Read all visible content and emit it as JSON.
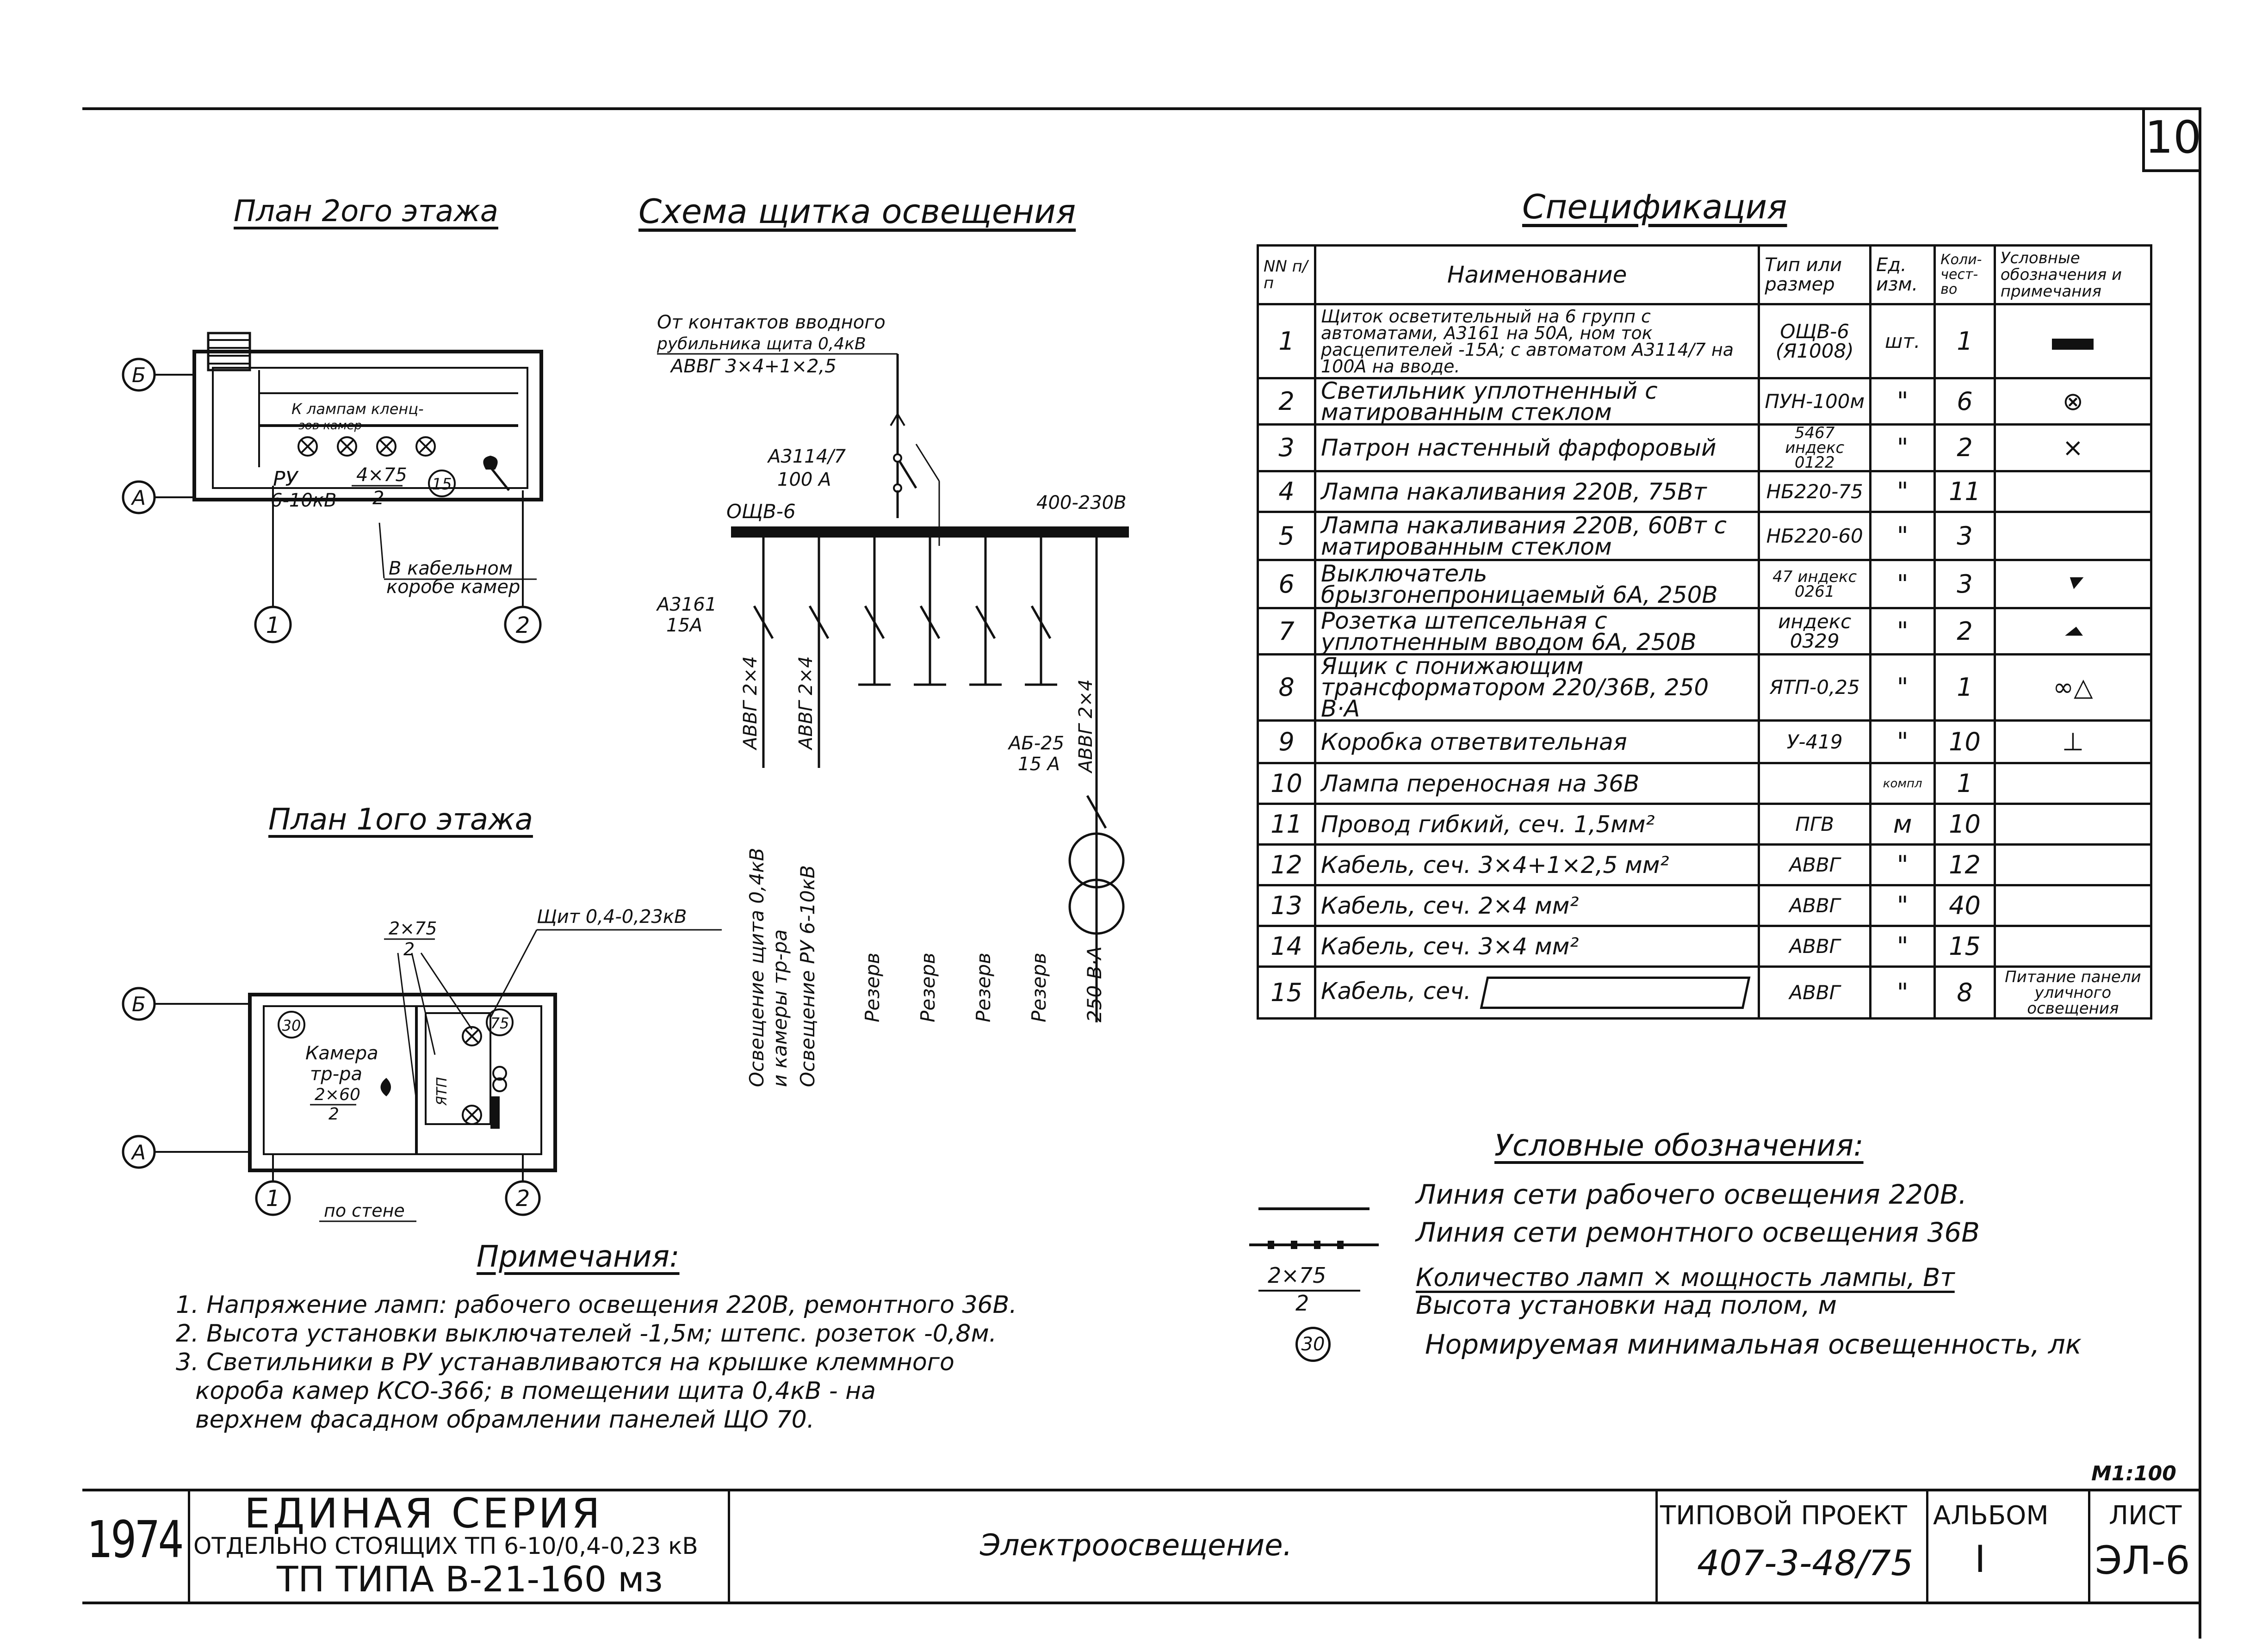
{
  "sheet_number": "10",
  "headings": {
    "floor2": "План 2ого этажа",
    "scheme": "Схема щитка освещения",
    "spec": "Спецификация",
    "floor1": "План 1ого этажа",
    "notes": "Примечания:",
    "legend": "Условные обозначения:"
  },
  "plan2": {
    "axis_b": "Б",
    "axis_a": "А",
    "axis_1": "1",
    "axis_2": "2",
    "lamp_note_1": "К лампам кленц-",
    "lamp_note_2": "зов камер",
    "ru": "РУ",
    "ru_v": "6-10кВ",
    "frac_top": "4×75",
    "frac_bot": "2",
    "lux": "15",
    "cable_1": "В кабельном",
    "cable_2": "коробе камер"
  },
  "scheme": {
    "feed_1": "От контактов вводного",
    "feed_2": "рубильника щита 0,4кВ",
    "feed_cable": "АВВГ 3×4+1×2,5",
    "main_switch": "А3114/7",
    "main_rating": "100 А",
    "panel": "ОЩВ-6",
    "voltage": "400-230В",
    "breaker": "А3161",
    "breaker_rating": "15А",
    "cable_1": "АВВГ 2×4",
    "cable_2": "АВВГ 2×4",
    "cable_3": "АВВГ 2×4",
    "fuse_box": "АБ-25",
    "fuse_rating": "15 А",
    "circuits": [
      "Освещение щита 0,4кВ",
      "и камеры тр-ра",
      "Освещение РУ 6-10кВ",
      "Резерв",
      "Резерв",
      "Резерв",
      "Резерв",
      "250 В·А"
    ]
  },
  "plan1": {
    "axis_b": "Б",
    "axis_a": "А",
    "axis_1": "1",
    "axis_2": "2",
    "shield": "Щит 0,4-0,23кВ",
    "frac_top": "2×75",
    "frac_bot": "2",
    "lux_a": "30",
    "lux_b": "75",
    "chamber_1": "Камера",
    "chamber_2": "тр-ра",
    "frac2_top": "2×60",
    "frac2_bot": "2",
    "ytp": "ЯТП",
    "wall": "по стене"
  },
  "spec_headers": {
    "num": "NN п/п",
    "name": "Наименование",
    "type": "Тип или размер",
    "unit": "Ед. изм.",
    "qty": "Коли-чест-во",
    "note": "Условные обозначения и примечания"
  },
  "spec_rows": [
    {
      "n": "1",
      "name": "Щиток осветительный на 6 групп с автоматами, А3161 на 50А, ном ток расцепителей -15А; с автоматом А3114/7 на 100А на вводе.",
      "type": "ОЩВ-6 (Я1008)",
      "unit": "шт.",
      "qty": "1",
      "note": "",
      "sym": "bar-symbol"
    },
    {
      "n": "2",
      "name": "Светильник уплотненный с матированным стеклом",
      "type": "ПУН-100м",
      "unit": "\"",
      "qty": "6",
      "note": "",
      "sym": "lamp-symbol"
    },
    {
      "n": "3",
      "name": "Патрон настенный фарфоровый",
      "type": "5467 индекс 0122",
      "unit": "\"",
      "qty": "2",
      "note": "",
      "sym": "socket-symbol"
    },
    {
      "n": "4",
      "name": "Лампа накаливания 220В, 75Вт",
      "type": "НБ220-75",
      "unit": "\"",
      "qty": "11",
      "note": "",
      "sym": ""
    },
    {
      "n": "5",
      "name": "Лампа накаливания 220В, 60Вт с матированным стеклом",
      "type": "НБ220-60",
      "unit": "\"",
      "qty": "3",
      "note": "",
      "sym": ""
    },
    {
      "n": "6",
      "name": "Выключатель брызгонепроницаемый 6А, 250В",
      "type": "47 индекс 0261",
      "unit": "\"",
      "qty": "3",
      "note": "",
      "sym": "switch-symbol"
    },
    {
      "n": "7",
      "name": "Розетка штепсельная с уплотненным вводом 6А, 250В",
      "type": "индекс 0329",
      "unit": "\"",
      "qty": "2",
      "note": "",
      "sym": "outlet-symbol"
    },
    {
      "n": "8",
      "name": "Ящик с понижающим трансформатором 220/36В, 250 В·А",
      "type": "ЯТП-0,25",
      "unit": "\"",
      "qty": "1",
      "note": "",
      "sym": "transformer-symbol"
    },
    {
      "n": "9",
      "name": "Коробка ответвительная",
      "type": "У-419",
      "unit": "\"",
      "qty": "10",
      "note": "",
      "sym": "junction-symbol"
    },
    {
      "n": "10",
      "name": "Лампа переносная на 36В",
      "type": "",
      "unit": "компл",
      "qty": "1",
      "note": "",
      "sym": ""
    },
    {
      "n": "11",
      "name": "Провод гибкий, сеч. 1,5мм²",
      "type": "ПГВ",
      "unit": "м",
      "qty": "10",
      "note": "",
      "sym": ""
    },
    {
      "n": "12",
      "name": "Кабель, сеч. 3×4+1×2,5 мм²",
      "type": "АВВГ",
      "unit": "\"",
      "qty": "12",
      "note": "",
      "sym": ""
    },
    {
      "n": "13",
      "name": "Кабель, сеч. 2×4 мм²",
      "type": "АВВГ",
      "unit": "\"",
      "qty": "40",
      "note": "",
      "sym": ""
    },
    {
      "n": "14",
      "name": "Кабель, сеч. 3×4 мм²",
      "type": "АВВГ",
      "unit": "\"",
      "qty": "15",
      "note": "",
      "sym": ""
    },
    {
      "n": "15",
      "name": "Кабель, сеч.",
      "type": "АВВГ",
      "unit": "\"",
      "qty": "8",
      "note": "Питание панели уличного освещения",
      "sym": ""
    }
  ],
  "legend": {
    "line_220": "Линия сети рабочего освещения 220В.",
    "line_36": "Линия сети ремонтного освещения 36В",
    "frac_top": "2×75",
    "frac_bot": "2",
    "frac_text_1": "Количество ламп × мощность лампы, Вт",
    "frac_text_2": "Высота установки над полом, м",
    "circle": "30",
    "circle_text": "Нормируемая минимальная освещенность, лк"
  },
  "notes": [
    "1. Напряжение ламп: рабочего освещения 220В, ремонтного 36В.",
    "2. Высота установки выключателей -1,5м; штепс. розеток -0,8м.",
    "3. Светильники в РУ устанавливаются на крышке клеммного",
    "короба камер КСО-366; в помещении щита 0,4кВ - на",
    "верхнем фасадном обрамлении панелей ЩО 70."
  ],
  "scale": "М1:100",
  "title_block": {
    "year": "1974",
    "series": "ЕДИНАЯ СЕРИЯ",
    "series_sub": "ОТДЕЛЬНО СТОЯЩИХ ТП 6-10/0,4-0,23 кВ",
    "tp_type": "ТП ТИПА В-21-160 мз",
    "subject": "Электроосвещение.",
    "project_label": "ТИПОВОЙ ПРОЕКТ",
    "project_value": "407-3-48/75",
    "album_label": "АЛЬБОМ",
    "album_value": "I",
    "sheet_label": "ЛИСТ",
    "sheet_value": "ЭЛ-6"
  }
}
